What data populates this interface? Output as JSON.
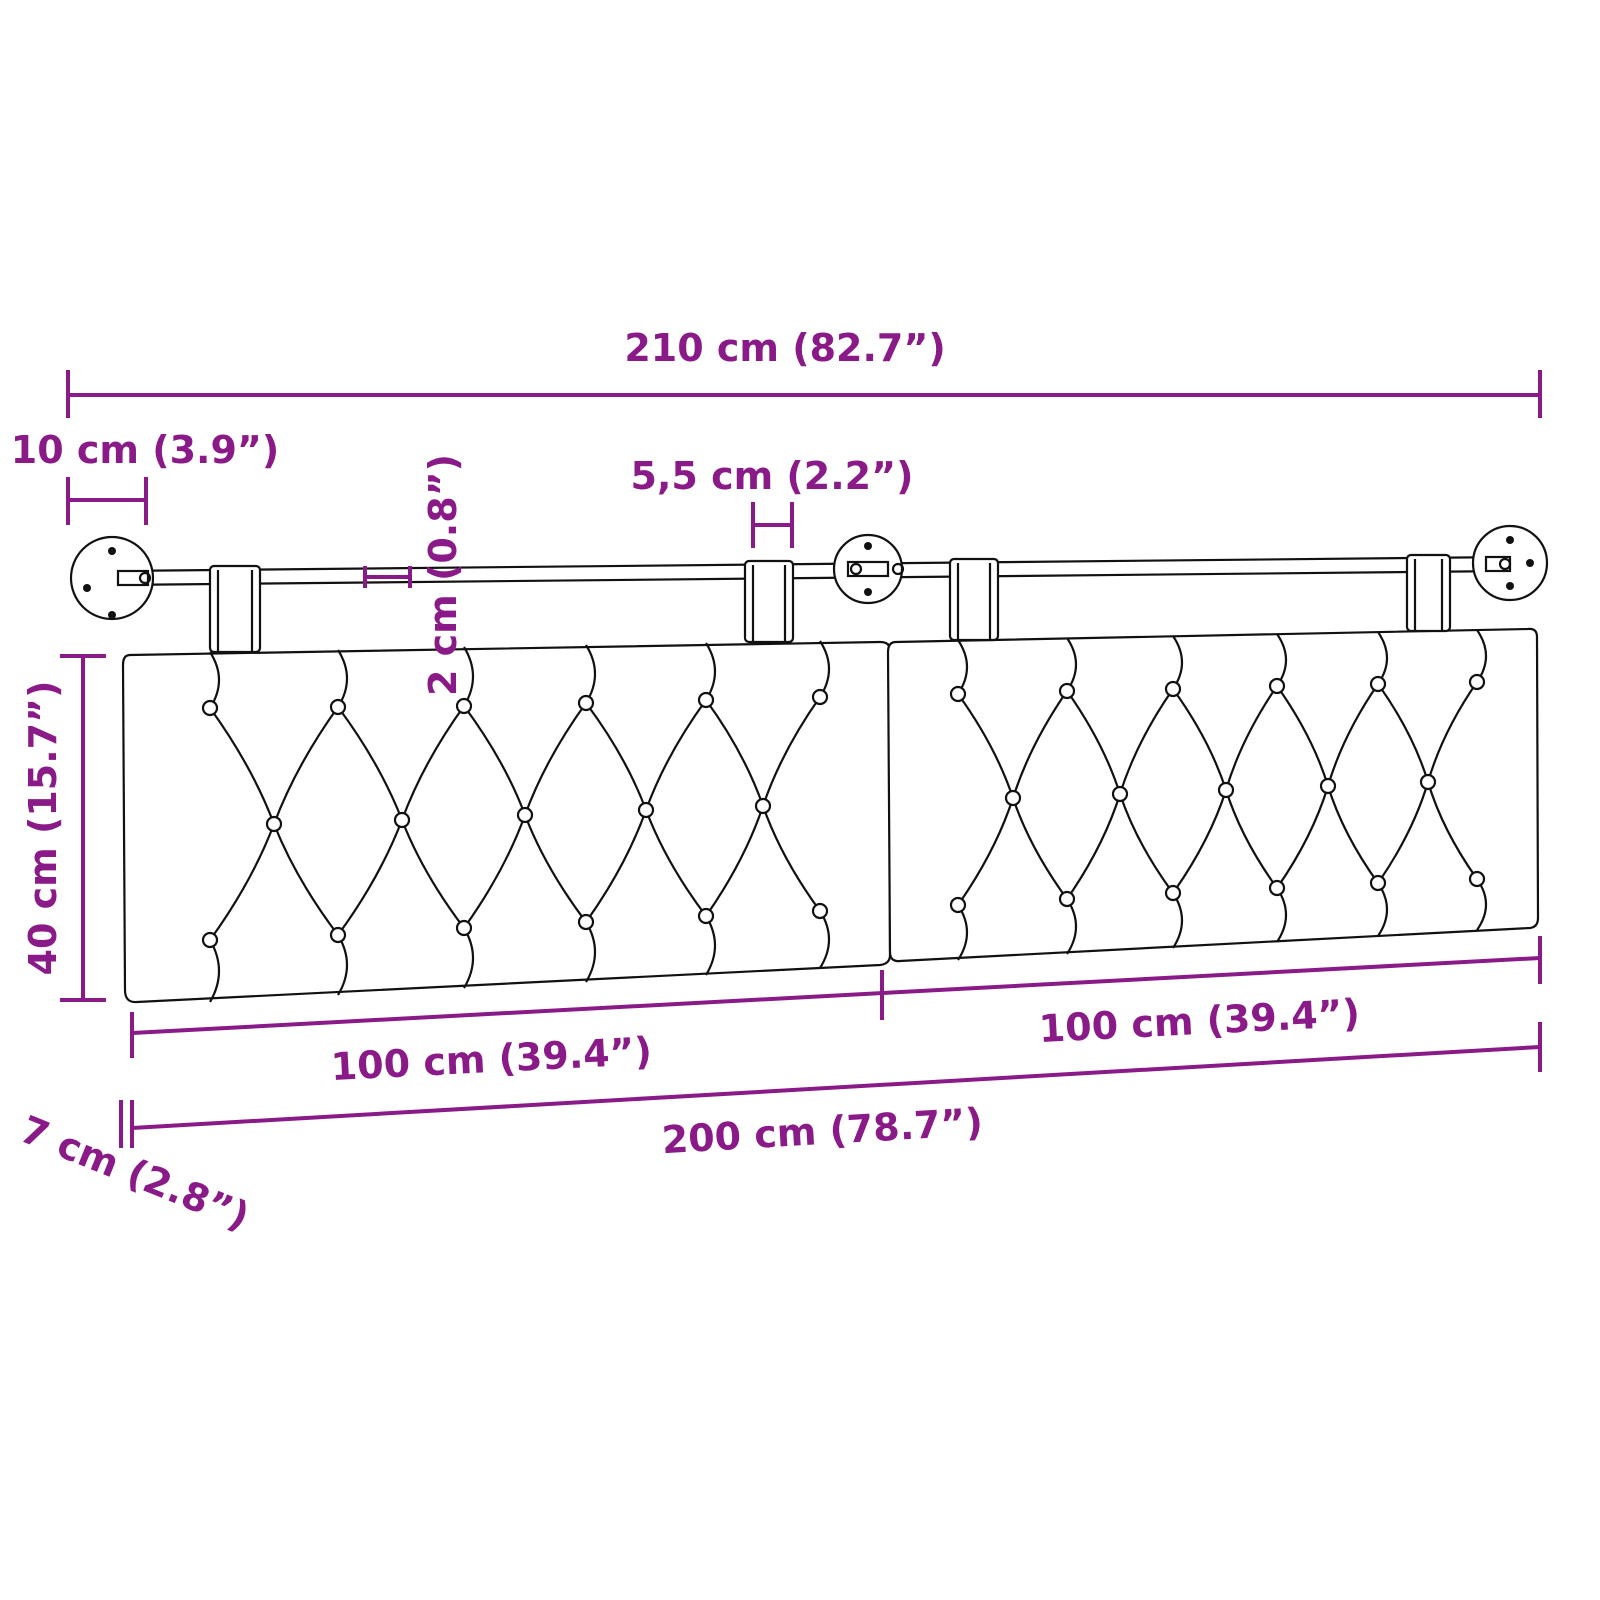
{
  "colors": {
    "dimension": "#8a1a88",
    "outline": "#111111",
    "background": "#ffffff"
  },
  "dimensions": {
    "total_width": "210 cm (82.7”)",
    "bracket_offset": "10 cm (3.9”)",
    "strap_width": "5,5 cm (2.2”)",
    "rod_diameter": "2 cm (0.8”)",
    "cushion_height": "40 cm (15.7”)",
    "cushion_left_width": "100 cm (39.4”)",
    "cushion_right_width": "100 cm (39.4”)",
    "cushions_total_width": "200 cm (78.7”)",
    "cushion_depth": "7 cm (2.8”)"
  }
}
